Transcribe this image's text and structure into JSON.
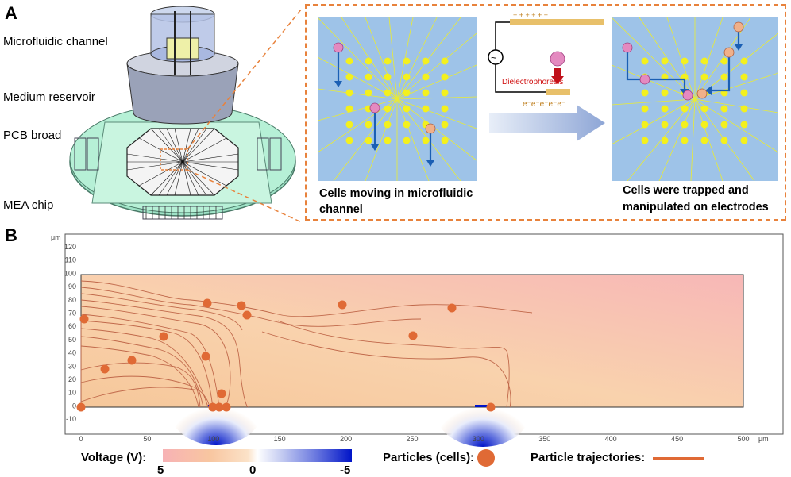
{
  "panel_a": {
    "letter": "A",
    "device_labels": [
      "Microfluidic channel",
      "Medium reservoir",
      "PCB broad",
      "MEA chip"
    ],
    "left_caption": [
      "Cells moving in microfluidic",
      "channel"
    ],
    "right_caption": [
      "Cells were trapped and",
      "manipulated on electrodes"
    ],
    "dep_label": "Dielectrophoresis",
    "plus_marks": "+   +   +   +   +   +",
    "minus_marks": "e⁻e⁻e⁻e⁻e⁻",
    "ac_symbol": "~"
  },
  "panel_b": {
    "letter": "B",
    "y_unit": "μm",
    "x_unit": "μm",
    "y_ticks": [
      "120",
      "110",
      "100",
      "90",
      "80",
      "70",
      "60",
      "50",
      "40",
      "30",
      "20",
      "10",
      "0",
      "-10"
    ],
    "x_ticks": [
      "0",
      "50",
      "100",
      "150",
      "200",
      "250",
      "300",
      "350",
      "400",
      "450",
      "500"
    ],
    "legend": {
      "voltage_label": "Voltage (V):",
      "scale_labels": [
        "5",
        "0",
        "-5"
      ],
      "particles_label": "Particles (cells):",
      "trajectories_label": "Particle trajectories:"
    }
  },
  "colors": {
    "accent_orange": "#e06a35",
    "dashed_border": "#e8823c",
    "electrode_yellow": "#f3f01e",
    "panel_blue": "#9ec3e8",
    "voltage_blue": "#0014c8"
  }
}
